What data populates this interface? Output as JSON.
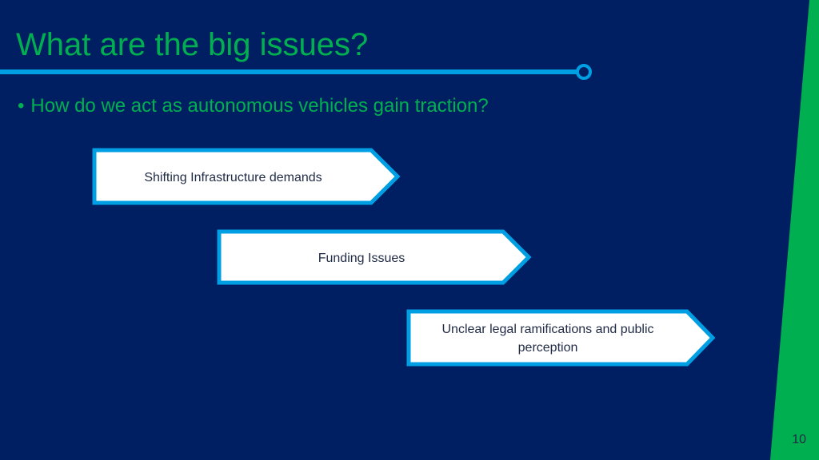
{
  "slide": {
    "title": "What are the big issues?",
    "bullet": "How do we act as autonomous vehicles gain traction?",
    "bullet_glyph": "•",
    "issues": [
      {
        "label": "Shifting Infrastructure demands"
      },
      {
        "label": "Funding Issues"
      },
      {
        "label": "Unclear legal ramifications and public perception"
      }
    ],
    "page_number": "10"
  },
  "colors": {
    "background": "#001f63",
    "accent_green": "#00b050",
    "accent_blue": "#009fe3",
    "box_fill": "#ffffff"
  }
}
